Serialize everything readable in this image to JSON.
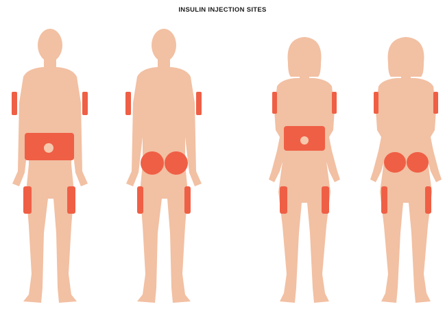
{
  "title": "INSULIN INJECTION SITES",
  "colors": {
    "skin": "#f2c0a3",
    "injection_site": "#ef5f45",
    "navel": "#f6c9ae",
    "background": "#ffffff"
  },
  "figures": [
    {
      "name": "male-front",
      "sites": [
        "upper-arms",
        "abdomen",
        "thighs"
      ]
    },
    {
      "name": "male-back",
      "sites": [
        "upper-arms",
        "buttocks",
        "thighs"
      ]
    },
    {
      "name": "female-front",
      "sites": [
        "upper-arms",
        "abdomen",
        "thighs"
      ]
    },
    {
      "name": "female-back",
      "sites": [
        "upper-arms",
        "buttocks",
        "thighs"
      ]
    }
  ]
}
